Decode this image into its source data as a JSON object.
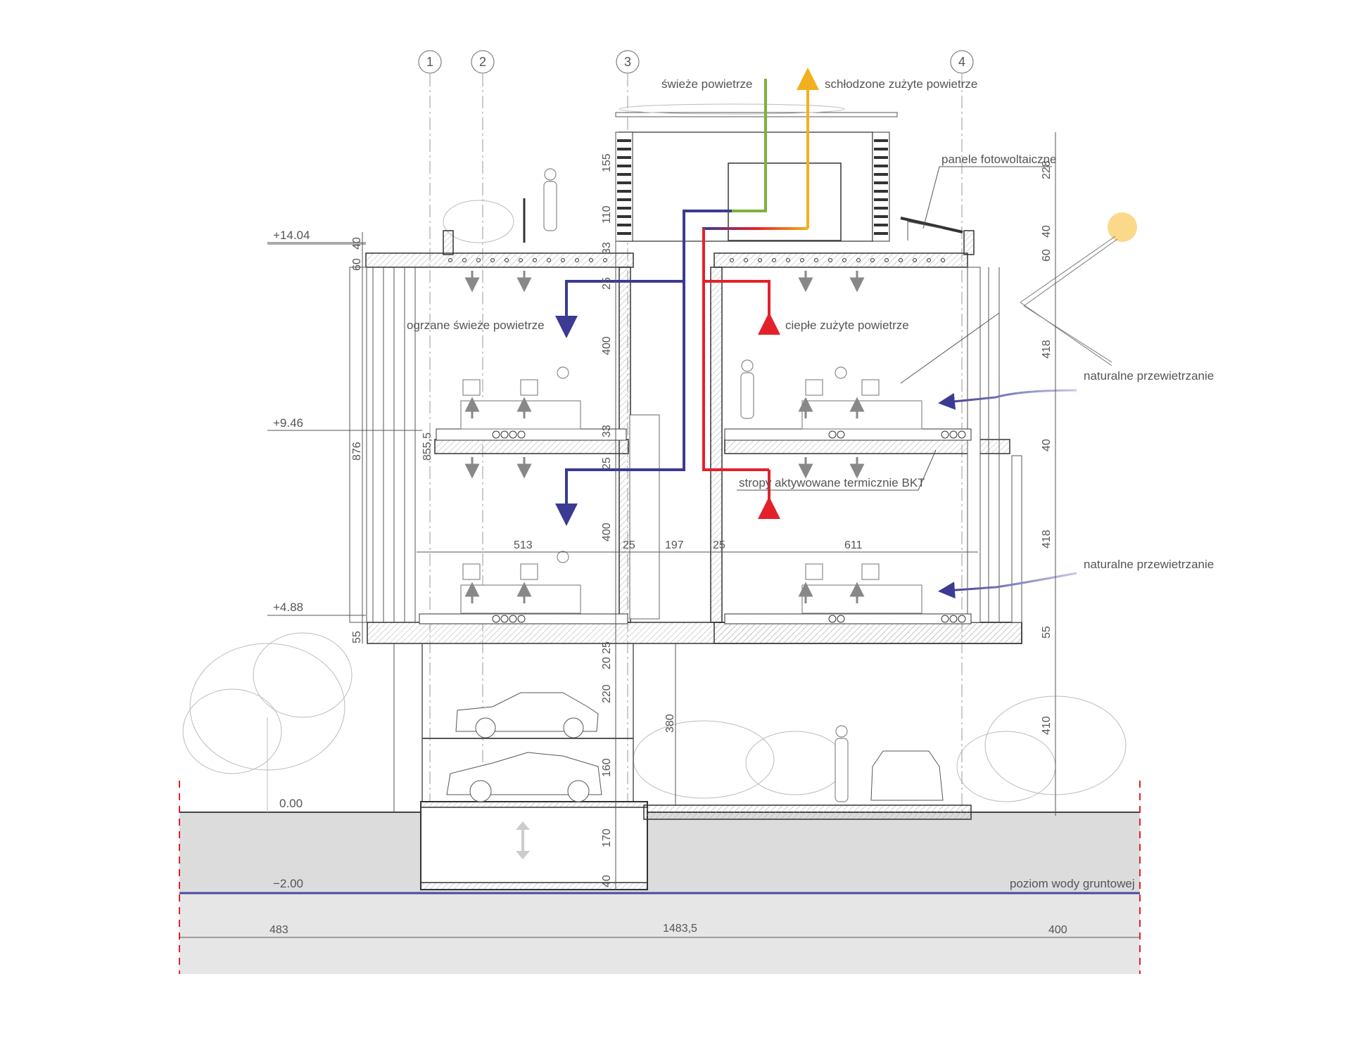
{
  "colors": {
    "fresh_air": "#7bb33a",
    "exhaust_cooled": "#f2b01e",
    "warm_exhaust": "#e2222b",
    "heated_fresh": "#3b3b93",
    "groundwater": "#4a4aa0",
    "sun": "#fbd98a",
    "ground_fill": "#dcdcdc",
    "natural_vent": "#7a7ab8"
  },
  "axes": [
    "1",
    "2",
    "3",
    "4"
  ],
  "levels": {
    "top": "+14.04",
    "second": "+9.46",
    "first": "+4.88",
    "ground": "0.00",
    "basement": "−2.00"
  },
  "labels": {
    "fresh_air": "świeże powietrze",
    "cooled_exhaust": "schłodzone zużyte powietrze",
    "pv_panels": "panele fotowoltaiczne",
    "heated_fresh_air": "ogrzane świeże powietrze",
    "warm_exhaust_air": "ciepłe zużyte powietrze",
    "natural_vent_1": "naturalne przewietrzanie",
    "natural_vent_2": "naturalne przewietrzanie",
    "bkt_slabs": "stropy aktywowane termicznie BKT",
    "groundwater": "poziom wody gruntowej"
  },
  "dims": {
    "d155": "155",
    "d110": "110",
    "d33a": "33",
    "d25a": "25",
    "d400a": "400",
    "d33b": "33",
    "d25b": "25",
    "d400b": "400",
    "d25c": "25",
    "d197": "197",
    "d25d": "25",
    "d513": "513",
    "d611": "611",
    "d20": "20",
    "d25e": "25",
    "d220": "220",
    "d160": "160",
    "d170": "170",
    "d40a": "40",
    "d380": "380",
    "d876": "876",
    "d8555": "855,5",
    "d40b": "40",
    "d60a": "60",
    "d55a": "55",
    "d228": "228",
    "d40c": "40",
    "d60b": "60",
    "d418a": "418",
    "d40d": "40",
    "d418b": "418",
    "d55b": "55",
    "d410": "410",
    "d483": "483",
    "d14835": "1483,5",
    "d400c": "400"
  }
}
